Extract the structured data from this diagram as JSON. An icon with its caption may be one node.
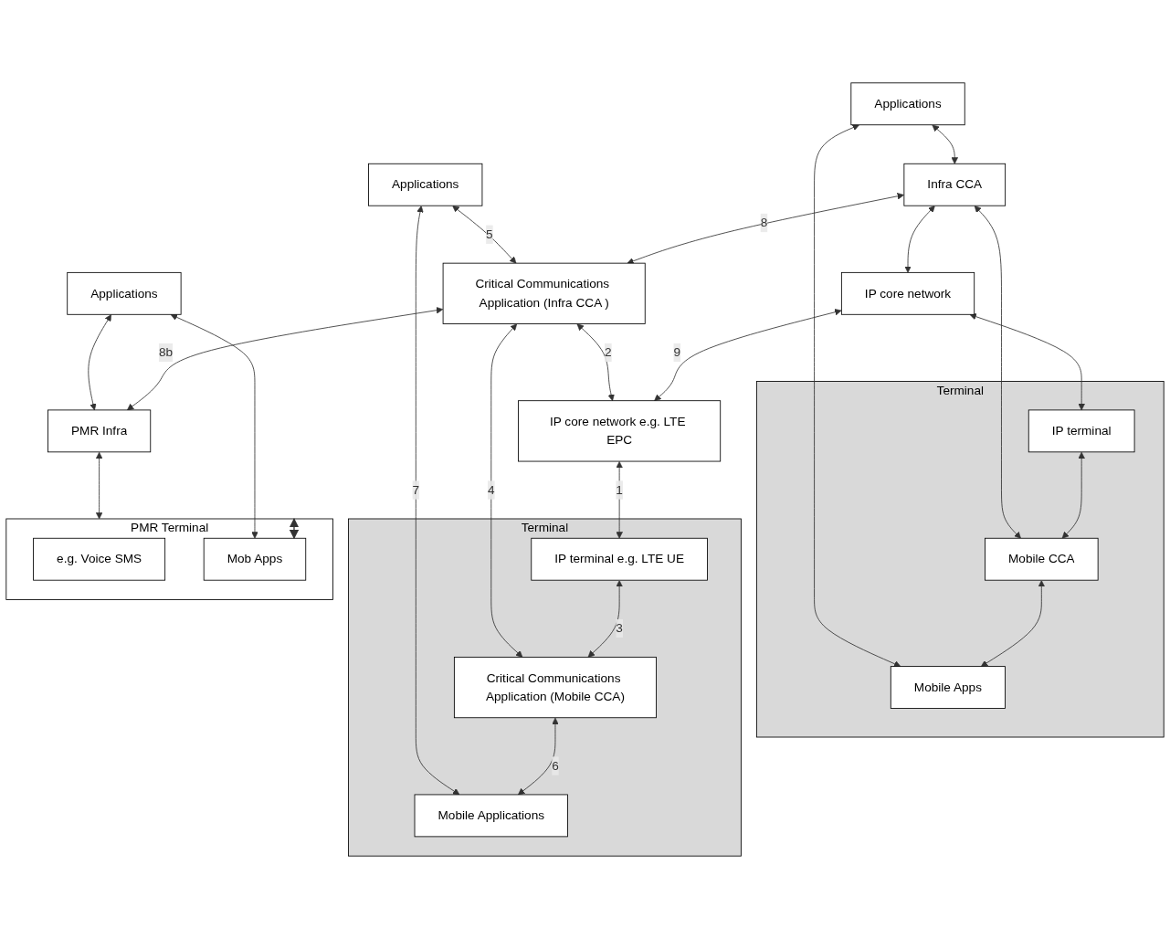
{
  "diagram": {
    "nodes": [
      {
        "text": [
          "Applications"
        ]
      },
      {
        "text": [
          "Infra CCA"
        ]
      },
      {
        "text": [
          "IP core network"
        ]
      },
      {
        "text": [
          "Terminal"
        ]
      },
      {
        "text": [
          "IP terminal"
        ],
        "in": 3
      },
      {
        "text": [
          "Mobile CCA"
        ],
        "in": 3
      },
      {
        "text": [
          "Mobile Apps"
        ],
        "in": 3
      },
      {
        "text": [
          "Applications"
        ]
      },
      {
        "text": [
          "Critical Communications Application (Infra CCA )"
        ]
      },
      {
        "text": [
          "IP core network e.g. LTE EPC"
        ]
      },
      {
        "text": [
          "Terminal"
        ]
      },
      {
        "text": [
          "IP terminal e.g. LTE UE"
        ],
        "in": 10
      },
      {
        "text": [
          "Critical Communications Application (Mobile CCA)"
        ],
        "in": 10
      },
      {
        "text": [
          "Mobile Applications"
        ],
        "in": 10
      },
      {
        "text": [
          "Applications"
        ]
      },
      {
        "text": [
          "PMR Infra"
        ]
      },
      {
        "text": [
          "PMR Terminal"
        ]
      },
      {
        "text": [
          "e.g. Voice SMS"
        ],
        "in": 16
      },
      {
        "text": [
          "Mob Apps"
        ],
        "in": 16
      }
    ],
    "edges": [
      {
        "from": 0,
        "to": 1,
        "arrow": "both"
      },
      {
        "from": 1,
        "to": 2,
        "arrow": "both"
      },
      {
        "from": 2,
        "to": 4,
        "arrow": "both"
      },
      {
        "from": 4,
        "to": 5,
        "arrow": "both"
      },
      {
        "from": 5,
        "to": 6,
        "arrow": "both"
      },
      {
        "from": 0,
        "to": 6,
        "arrow": "both"
      },
      {
        "from": 1,
        "to": 5,
        "arrow": "both"
      },
      {
        "from": 1,
        "to": 8,
        "arrow": "both",
        "label": "8"
      },
      {
        "from": 2,
        "to": 9,
        "arrow": "both",
        "label": "9"
      },
      {
        "from": 7,
        "to": 8,
        "arrow": "both",
        "label": "5"
      },
      {
        "from": 8,
        "to": 9,
        "arrow": "both",
        "label": "2"
      },
      {
        "from": 9,
        "to": 11,
        "arrow": "both",
        "label": "1"
      },
      {
        "from": 11,
        "to": 12,
        "arrow": "both",
        "label": "3"
      },
      {
        "from": 12,
        "to": 13,
        "arrow": "both",
        "label": "6"
      },
      {
        "from": 8,
        "to": 12,
        "arrow": "both",
        "label": "4"
      },
      {
        "from": 7,
        "to": 13,
        "arrow": "both",
        "label": "7"
      },
      {
        "from": 8,
        "to": 15,
        "arrow": "both",
        "label": "8b"
      },
      {
        "from": 14,
        "to": 15,
        "arrow": "both"
      },
      {
        "from": 15,
        "to": 16,
        "arrow": "both"
      },
      {
        "from": 16,
        "to": 18,
        "arrow": "both"
      },
      {
        "from": 14,
        "to": 18,
        "arrow": "both"
      }
    ]
  }
}
